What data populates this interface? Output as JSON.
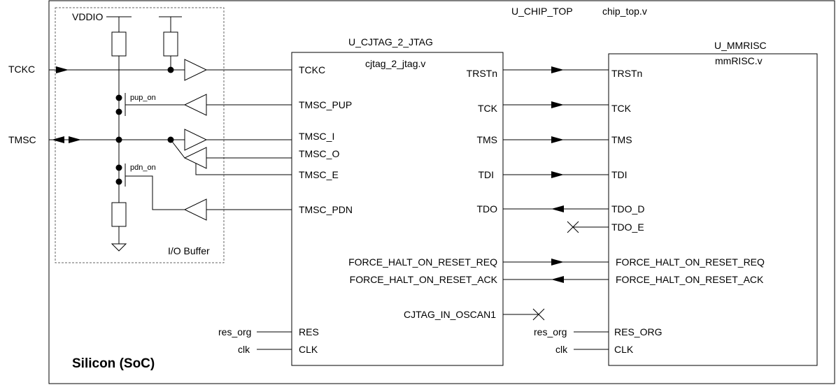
{
  "outer": {
    "label": "Silicon (SoC)"
  },
  "chip_top": {
    "instance": "U_CHIP_TOP",
    "file": "chip_top.v"
  },
  "io_buffer": {
    "label": "I/O Buffer",
    "supply": "VDDIO",
    "pup_label": "pup_on",
    "pdn_label": "pdn_on"
  },
  "pads": {
    "tckc": "TCKC",
    "tmsc": "TMSC"
  },
  "cjtag": {
    "instance": "U_CJTAG_2_JTAG",
    "file": "cjtag_2_jtag.v",
    "left_ports": [
      "TCKC",
      "TMSC_PUP",
      "TMSC_I",
      "TMSC_O",
      "TMSC_E",
      "TMSC_PDN",
      "RES",
      "CLK"
    ],
    "right_ports": [
      "TRSTn",
      "TCK",
      "TMS",
      "TDI",
      "TDO",
      "FORCE_HALT_ON_RESET_REQ",
      "FORCE_HALT_ON_RESET_ACK",
      "CJTAG_IN_OSCAN1"
    ]
  },
  "mmrisc": {
    "instance": "U_MMRISC",
    "file": "mmRISC.v",
    "left_ports": [
      "TRSTn",
      "TCK",
      "TMS",
      "TDI",
      "TDO_D",
      "TDO_E",
      "FORCE_HALT_ON_RESET_REQ",
      "FORCE_HALT_ON_RESET_ACK",
      "RES_ORG",
      "CLK"
    ]
  },
  "external_signals": {
    "cjtag_res": "res_org",
    "cjtag_clk": "clk",
    "mmrisc_res": "res_org",
    "mmrisc_clk": "clk"
  }
}
